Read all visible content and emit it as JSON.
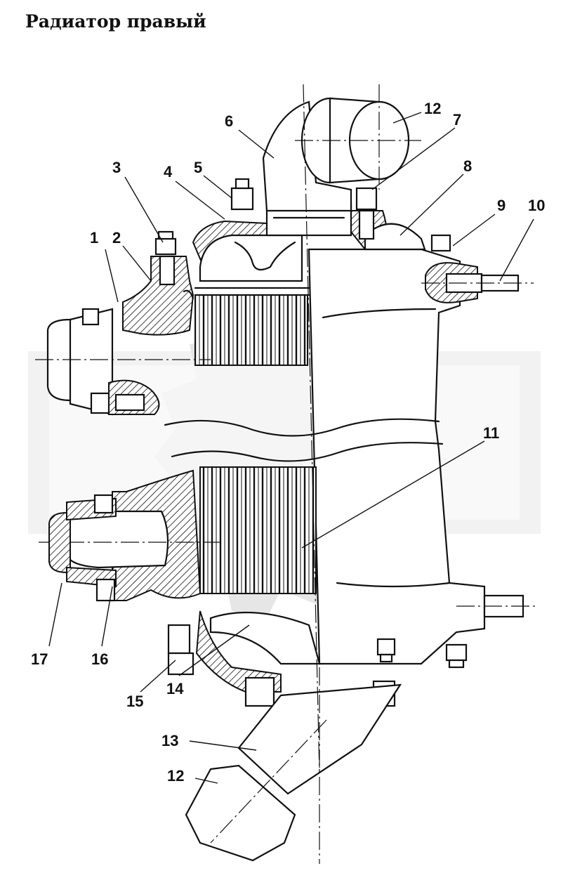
{
  "title": "Радиатор правый",
  "watermark": {
    "text": "ORIEX",
    "color": "#e3e3e3"
  },
  "callouts": [
    {
      "id": "1",
      "label": "1"
    },
    {
      "id": "2",
      "label": "2"
    },
    {
      "id": "3",
      "label": "3"
    },
    {
      "id": "4",
      "label": "4"
    },
    {
      "id": "5",
      "label": "5"
    },
    {
      "id": "6",
      "label": "6"
    },
    {
      "id": "7",
      "label": "7"
    },
    {
      "id": "8",
      "label": "8"
    },
    {
      "id": "9",
      "label": "9"
    },
    {
      "id": "10",
      "label": "10"
    },
    {
      "id": "11",
      "label": "11"
    },
    {
      "id": "12a",
      "label": "12"
    },
    {
      "id": "12b",
      "label": "12"
    },
    {
      "id": "13",
      "label": "13"
    },
    {
      "id": "14",
      "label": "14"
    },
    {
      "id": "15",
      "label": "15"
    },
    {
      "id": "16",
      "label": "16"
    },
    {
      "id": "17",
      "label": "17"
    }
  ]
}
